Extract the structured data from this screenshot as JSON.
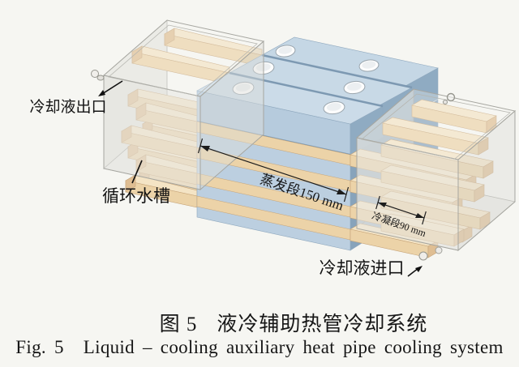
{
  "figure": {
    "caption_cn": {
      "fig_no": "图 5",
      "title": "液冷辅助热管冷却系统"
    },
    "caption_en": {
      "fig_no": "Fig. 5",
      "title": "Liquid – cooling auxiliary heat pipe cooling system"
    }
  },
  "diagram": {
    "labels": {
      "coolant_outlet": "冷却液出口",
      "circulating_water_tank": "循环水槽",
      "coolant_inlet": "冷却液进口",
      "evaporation_section": "蒸发段150 mm",
      "condensation_section": "冷凝段90 mm"
    },
    "colors": {
      "background": "#f6f6f2",
      "pipe_front": "#ecd3a8",
      "pipe_top": "#f4e4c5",
      "pipe_end": "#dfbe93",
      "block_top": "#cbdbe8",
      "block_front": "#b9cedf",
      "block_end": "#8fabc2",
      "tank_fill": "#e9e9e5",
      "line": "#1c1c1c"
    }
  }
}
